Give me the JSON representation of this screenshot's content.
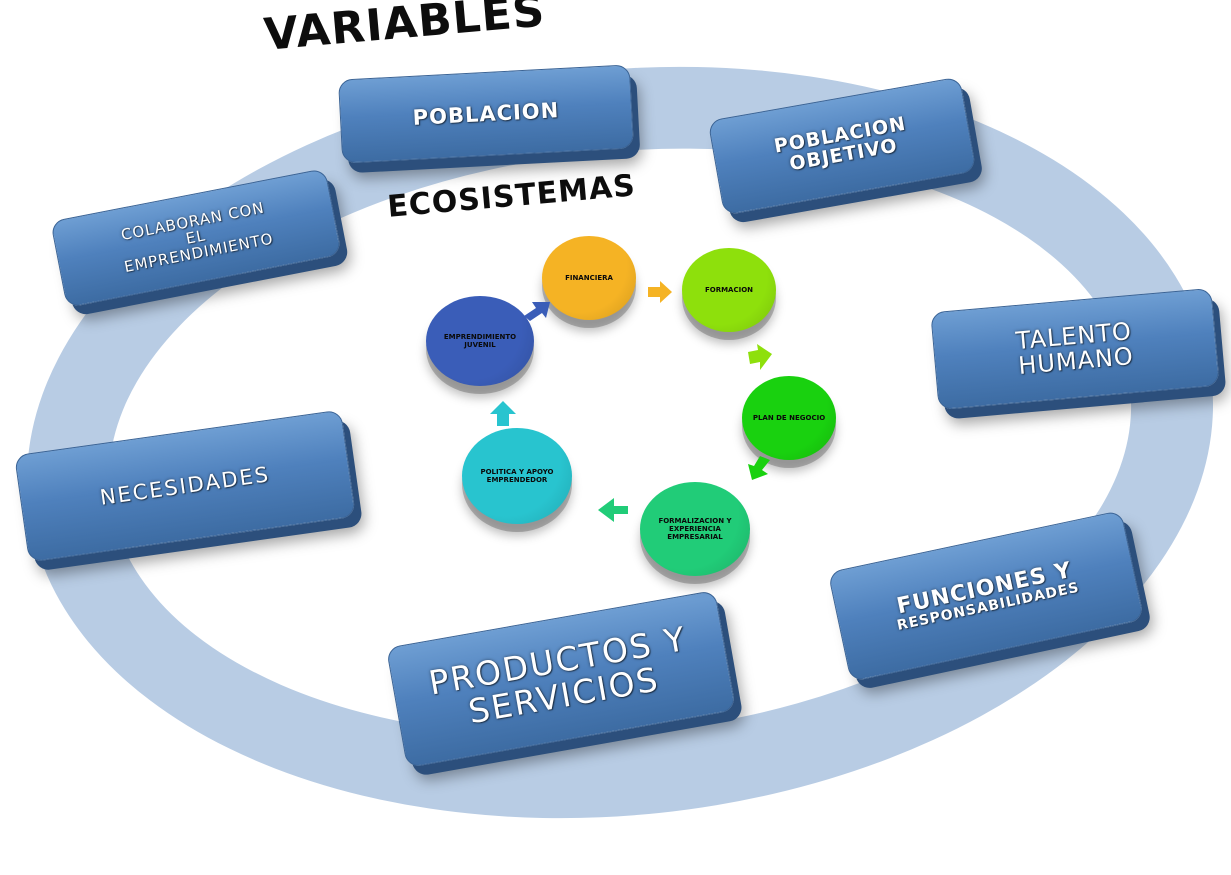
{
  "variables_title": "VARIABLES",
  "ecosistemas_title": "ECOSISTEMAS",
  "variables": [
    {
      "id": "poblacion",
      "lines": [
        "POBLACION"
      ]
    },
    {
      "id": "poblacion-objetivo",
      "lines": [
        "POBLACION",
        "OBJETIVO"
      ]
    },
    {
      "id": "talento-humano",
      "lines": [
        "TALENTO",
        "HUMANO"
      ]
    },
    {
      "id": "funciones",
      "lines": [
        "FUNCIONES Y",
        "RESPONSABILIDADES"
      ]
    },
    {
      "id": "productos",
      "lines": [
        "PRODUCTOS Y",
        "SERVICIOS"
      ]
    },
    {
      "id": "necesidades",
      "lines": [
        "NECESIDADES"
      ]
    },
    {
      "id": "colaboran",
      "lines": [
        "COLABORAN CON",
        "EL",
        "EMPRENDIMIENTO"
      ]
    }
  ],
  "ecosystem_cycle": [
    {
      "id": "financiera",
      "label": "FINANCIERA",
      "color": "#f5b324"
    },
    {
      "id": "formacion",
      "label": "FORMACION",
      "color": "#8ee00c"
    },
    {
      "id": "plan-de-negocio",
      "label": "PLAN DE NEGOCIO",
      "color": "#19d10f"
    },
    {
      "id": "formalizacion",
      "label": "FORMALIZACION Y EXPERIENCIA EMPRESARIAL",
      "color": "#21cc78"
    },
    {
      "id": "politica",
      "label": "POLITICA Y APOYO EMPRENDEDOR",
      "color": "#28c4cf"
    },
    {
      "id": "emprendimiento",
      "label": "EMPRENDIMIENTO JUVENIL",
      "color": "#3a5db8"
    }
  ],
  "colors": {
    "ring": "#b8cce4",
    "box": "#4f81bd"
  }
}
